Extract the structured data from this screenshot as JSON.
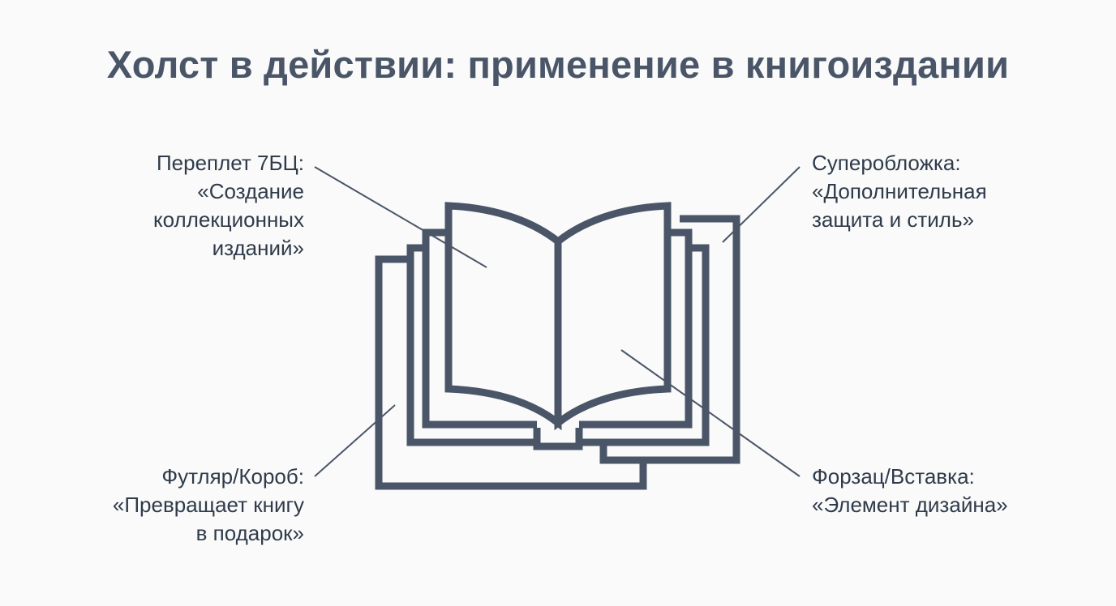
{
  "title": "Холст в действии: применение в книгоиздании",
  "colors": {
    "icon_stroke": "#4a5668",
    "text": "#2f3b4a",
    "background": "#fafafa"
  },
  "icon": "open-book-with-layers-icon",
  "callouts": {
    "binding": {
      "lines": [
        "Переплет 7БЦ:",
        "«Создание",
        "коллекционных",
        "изданий»"
      ]
    },
    "jacket": {
      "lines": [
        "Суперобложка:",
        "«Дополнительная",
        "защита и стиль»"
      ]
    },
    "case": {
      "lines": [
        "Футляр/Короб:",
        "«Превращает книгу",
        "в подарок»"
      ]
    },
    "endpaper": {
      "lines": [
        "Форзац/Вставка:",
        "«Элемент дизайна»"
      ]
    }
  }
}
